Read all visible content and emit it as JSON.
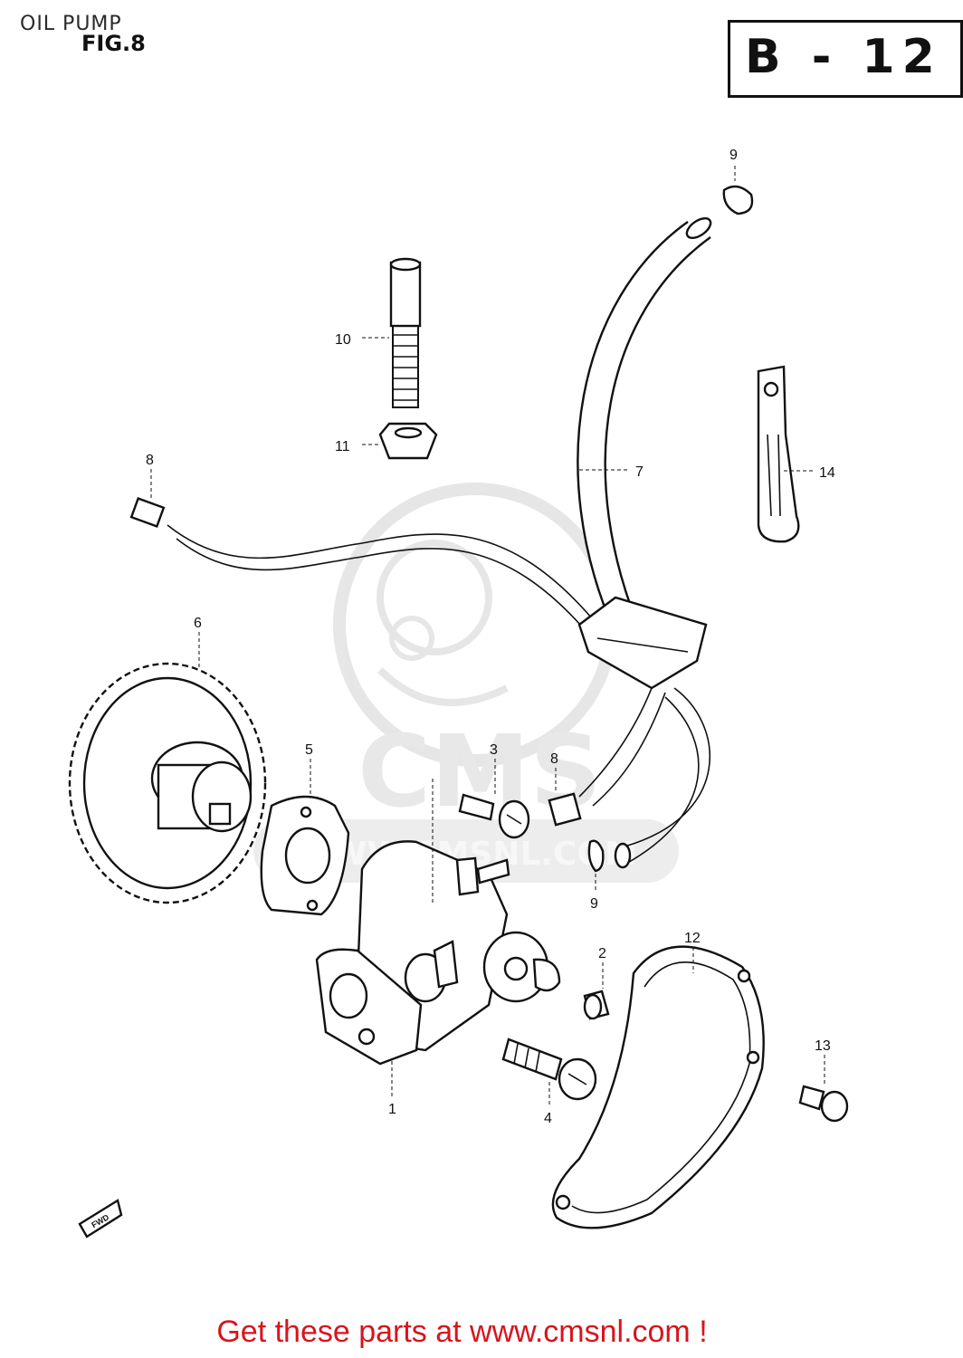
{
  "header": {
    "title": "OIL PUMP",
    "figure": "FIG.8",
    "section_code": "B - 12"
  },
  "callouts": {
    "c1": "1",
    "c2": "2",
    "c3": "3",
    "c4": "4",
    "c5": "5",
    "c6": "6",
    "c7": "7",
    "c8a": "8",
    "c8b": "8",
    "c9a": "9",
    "c9b": "9",
    "c10": "10",
    "c11": "11",
    "c12": "12",
    "c13": "13",
    "c14": "14"
  },
  "watermark": {
    "brand": "CMS",
    "url": "WWW.CMSNL.COM"
  },
  "fwd_label": "FWD",
  "footer": {
    "link_text": "Get these parts at www.cmsnl.com !"
  },
  "colors": {
    "ink": "#111111",
    "footer_red": "#d9141b",
    "watermark_gray": "#e4e4e4"
  }
}
